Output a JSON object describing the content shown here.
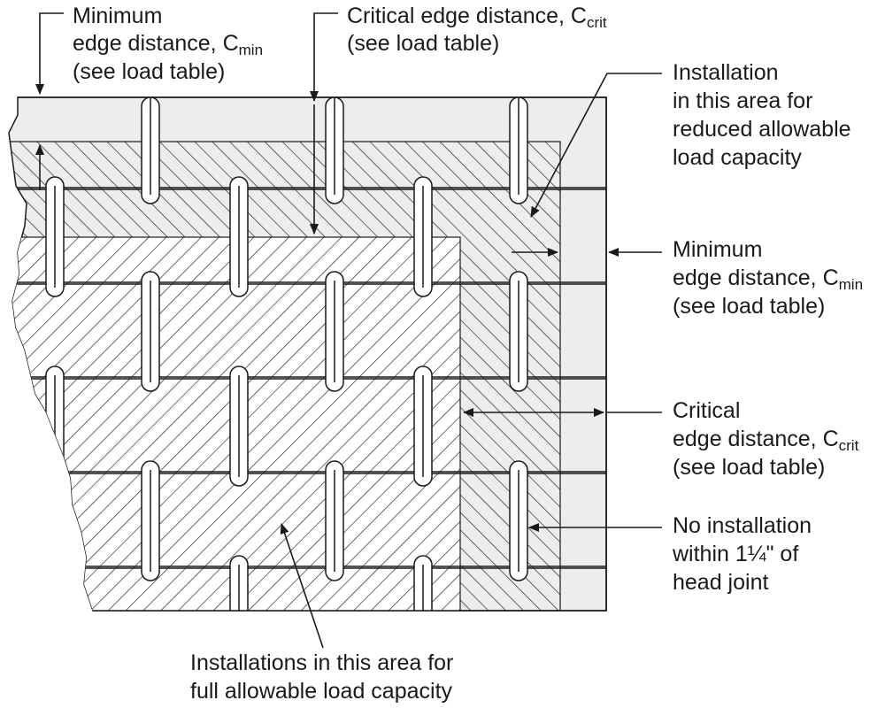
{
  "colors": {
    "wall_fill": "#ededed",
    "hatch_stroke": "#1a1a1a",
    "outline": "#1a1a1a",
    "background": "#ffffff"
  },
  "callouts": {
    "min_edge_top": {
      "line1": "Minimum",
      "line2_main": "edge distance, C",
      "line2_sub": "min",
      "line3": "(see load table)"
    },
    "critical_edge_top": {
      "line1_main": "Critical edge distance, C",
      "line1_sub": "crit",
      "line2": "(see load table)"
    },
    "reduced_area": {
      "line1": "Installation",
      "line2": "in this area for",
      "line3": "reduced allowable",
      "line4": "load capacity"
    },
    "min_edge_right": {
      "line1": "Minimum",
      "line2_main": "edge distance, C",
      "line2_sub": "min",
      "line3": "(see load table)"
    },
    "critical_edge_right": {
      "line1": "Critical",
      "line2_main": "edge distance, C",
      "line2_sub": "crit",
      "line3": "(see load table)"
    },
    "no_installation": {
      "line1": "No installation",
      "line2": "within 1¼\" of",
      "line3": "head joint"
    },
    "full_area": {
      "line1": "Installations in this area for",
      "line2": "full allowable load capacity"
    }
  }
}
